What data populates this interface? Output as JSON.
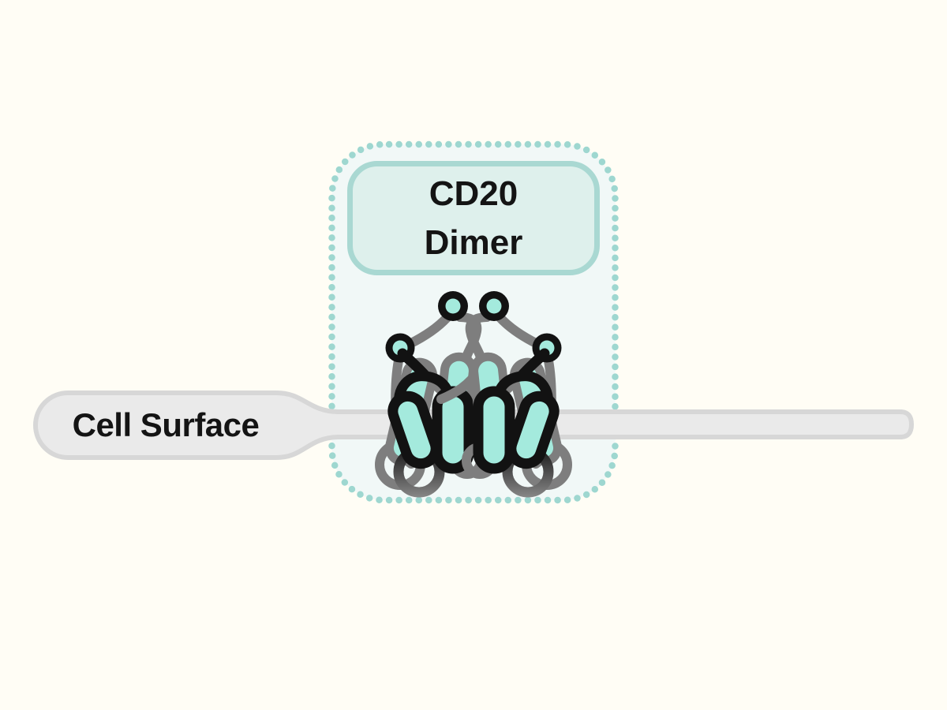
{
  "diagram": {
    "type": "membrane-protein-schematic",
    "callout": {
      "line1": "CD20",
      "line2": "Dimer"
    },
    "membrane": {
      "label": "Cell Surface"
    },
    "icons": [
      "cd20-dimer-icon"
    ]
  },
  "colors": {
    "background": "#FFFDF5",
    "box_fill": "#F1F8F7",
    "box_dot": "#9ED7D0",
    "label_fill": "#DEF0EC",
    "label_border": "#A9D8D2",
    "teal_fill": "#A4EADD",
    "outline_black": "#121212",
    "outline_gray": "#7E7E7E",
    "membrane_fill": "#EAEAEA",
    "membrane_stroke": "#D7D7D7",
    "text": "#141414"
  }
}
